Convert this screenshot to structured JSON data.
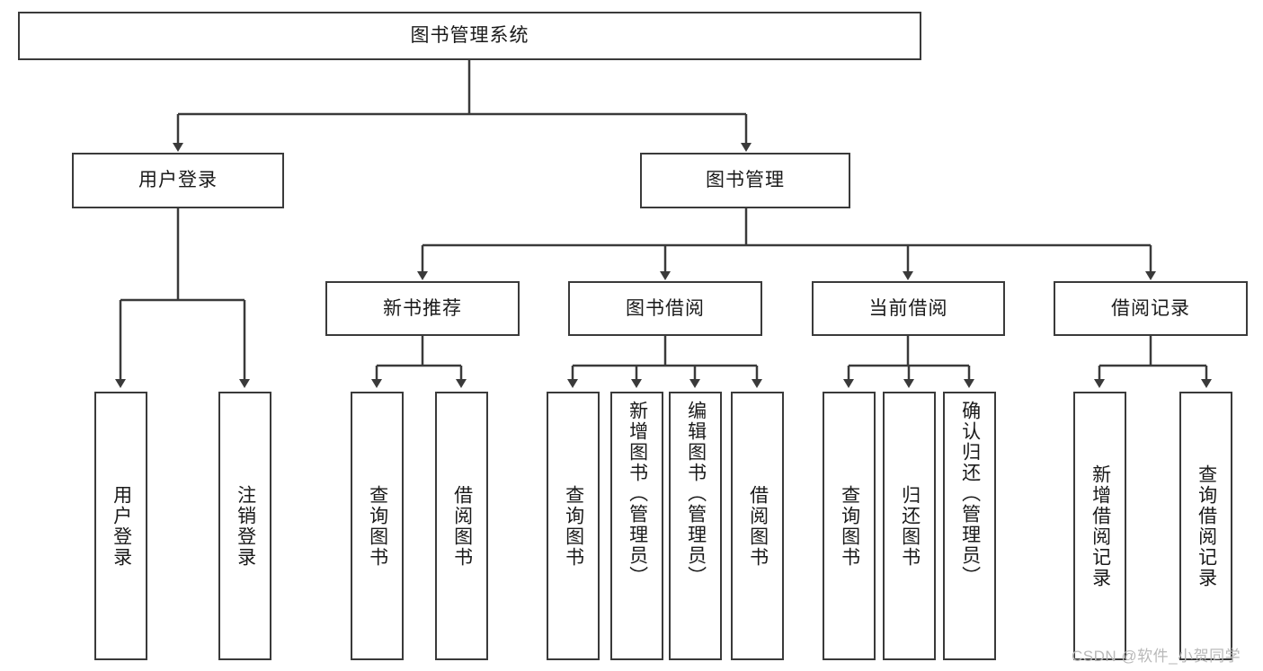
{
  "diagram": {
    "type": "tree-hierarchy-chart",
    "title": "图书管理系统",
    "root": {
      "label": "图书管理系统"
    },
    "level2": [
      {
        "label": "用户登录"
      },
      {
        "label": "图书管理"
      }
    ],
    "level3": [
      {
        "label": "新书推荐"
      },
      {
        "label": "图书借阅"
      },
      {
        "label": "当前借阅"
      },
      {
        "label": "借阅记录"
      }
    ],
    "leaves": [
      {
        "label": "用户登录",
        "parent": "用户登录"
      },
      {
        "label": "注销登录",
        "parent": "用户登录"
      },
      {
        "label": "查询图书",
        "parent": "新书推荐"
      },
      {
        "label": "借阅图书",
        "parent": "新书推荐"
      },
      {
        "label": "查询图书",
        "parent": "图书借阅"
      },
      {
        "label": "新增图书（管理员）",
        "parent": "图书借阅"
      },
      {
        "label": "编辑图书（管理员）",
        "parent": "图书借阅"
      },
      {
        "label": "借阅图书",
        "parent": "图书借阅"
      },
      {
        "label": "查询图书",
        "parent": "当前借阅"
      },
      {
        "label": "归还图书",
        "parent": "当前借阅"
      },
      {
        "label": "确认归还（管理员）",
        "parent": "当前借阅"
      },
      {
        "label": "新增借阅记录",
        "parent": "借阅记录"
      },
      {
        "label": "查询借阅记录",
        "parent": "借阅记录"
      }
    ]
  },
  "watermark": {
    "text": "CSDN @软件_小贺同学"
  },
  "colors": {
    "stroke": "#3a3a3a",
    "background": "#ffffff",
    "text": "#1a1a1a",
    "watermark": "#b9b9b9"
  }
}
